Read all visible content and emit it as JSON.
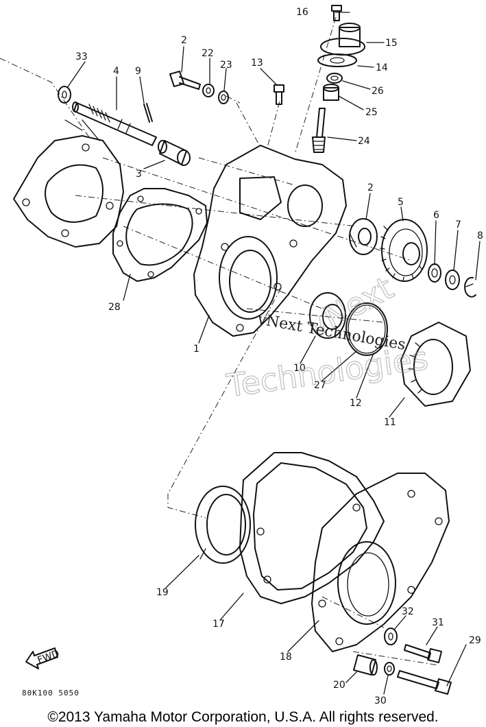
{
  "diagram": {
    "part_labels": [
      "1",
      "2",
      "2",
      "3",
      "4",
      "5",
      "6",
      "7",
      "8",
      "9",
      "10",
      "11",
      "12",
      "13",
      "14",
      "15",
      "16",
      "17",
      "18",
      "19",
      "20",
      "22",
      "23",
      "24",
      "25",
      "26",
      "27",
      "28",
      "29",
      "30",
      "31",
      "32",
      "33"
    ],
    "fwd_label": "FWD",
    "figure_code": "80K100 5050",
    "watermark_small": "vNext Technologies",
    "watermark_large_1": "vNext",
    "watermark_large_2": "Technologies"
  },
  "copyright": "©2013 Yamaha Motor Corporation, U.S.A. All rights reserved."
}
